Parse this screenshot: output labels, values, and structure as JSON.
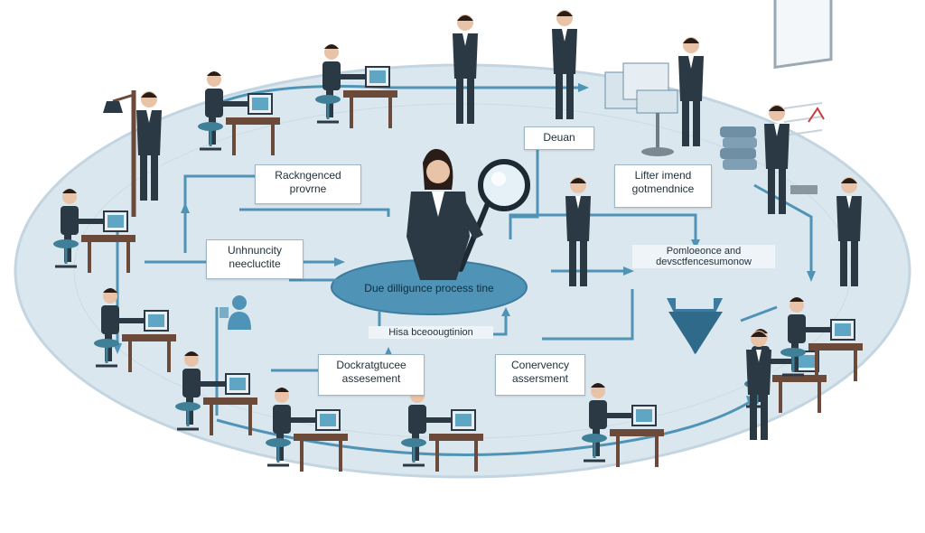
{
  "diagram": {
    "center_label": "Due dilligunce process tine",
    "labels": {
      "top_center": "Deuan",
      "left_upper": "Rackngenced\nprovrne",
      "left_mid": "Unhnuncity\nneecluctite",
      "right_upper": "Lifter imend\ngotmendnice",
      "right_mid": "Pomloeonce and\ndevsctfencesumonow",
      "bottom_center": "Hisa bceoougtinion",
      "bottom_left": "Dockratgtucee\nassesement",
      "bottom_mid": "Conervency\nassersment"
    }
  },
  "colors": {
    "ellipse": "#dbe7ef",
    "ellipse_edge": "#c3d5e1",
    "center_disk": "#4f93b6",
    "arrow": "#4f93b6",
    "suit": "#2b3944",
    "desk": "#6b4a3a",
    "chair": "#3f7f97",
    "screen": "#5ea6c4",
    "skin": "#e8c3a8",
    "hair": "#2a1d17"
  }
}
